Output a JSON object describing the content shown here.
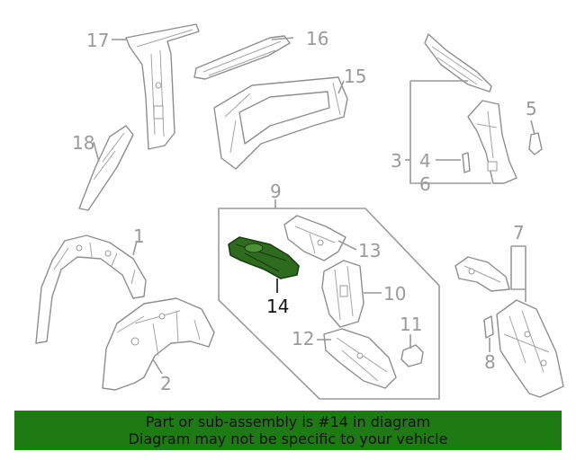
{
  "diagram": {
    "callouts": [
      {
        "id": "1",
        "label": "1"
      },
      {
        "id": "2",
        "label": "2"
      },
      {
        "id": "3",
        "label": "3"
      },
      {
        "id": "4",
        "label": "4"
      },
      {
        "id": "5",
        "label": "5"
      },
      {
        "id": "6",
        "label": "6"
      },
      {
        "id": "7",
        "label": "7"
      },
      {
        "id": "8",
        "label": "8"
      },
      {
        "id": "9",
        "label": "9"
      },
      {
        "id": "10",
        "label": "10"
      },
      {
        "id": "11",
        "label": "11"
      },
      {
        "id": "12",
        "label": "12"
      },
      {
        "id": "13",
        "label": "13"
      },
      {
        "id": "14",
        "label": "14"
      },
      {
        "id": "15",
        "label": "15"
      },
      {
        "id": "16",
        "label": "16"
      },
      {
        "id": "17",
        "label": "17"
      },
      {
        "id": "18",
        "label": "18"
      }
    ],
    "highlighted_part": "14",
    "highlight_color": "#2f6b1e",
    "banner_color": "#1e7a12"
  },
  "banner": {
    "line1": "Part or sub-assembly is #14 in diagram",
    "line2": "Diagram may not be specific to your vehicle"
  }
}
